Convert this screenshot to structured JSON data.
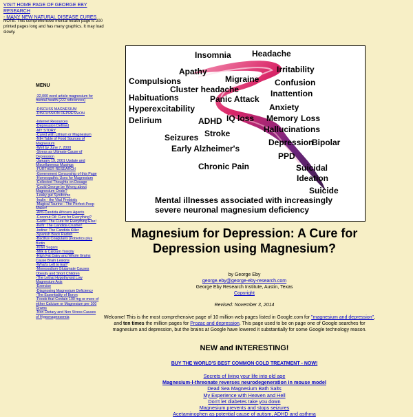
{
  "top_links": [
    "VISIT HOME PAGE OF GEORGE EBY RESEARCH",
    "- MANY NEW NATURAL DISEASE CURES"
  ],
  "note": "NOTE: This comprehensive mental health page is 200 printed pages long and has many graphics. It may load slowly.",
  "menu": {
    "title": "MENU",
    "items": [
      "-32,000 word article magnesium for mental health (222 references)",
      "-DISCUSS MAGNESIUM",
      "-DISCUSSION DEPRESSION",
      "-Internet Resources",
      "-Depression Defined",
      "-MY STORY",
      "-Cured with Lithium or Magnesium",
      "-NIH Table of Food Sources of Magnesium",
      "-Well by June 7, 2000",
      "-Stress as Ultimate Cause of Depression",
      "-January 19, 2001 Update and Miscellaneous Musings",
      "-FURTHER RESEARCH",
      "-Government Censorship of this Page",
      "-Homeopathic Uses for Magnesium",
      "-Collected Thoughts on Dosage",
      "-Could George be Wrong about Magnesium Oxide?",
      "-Leaky gut Syndrome",
      "-Inulin - the Vital Prebiotic",
      "-Magical Taurine - The Perfect-Poop Maker!",
      "-Anti-Candida Africans Agents",
      "-Coconut Oil: Cure for Everything?",
      "-Garlic: The Cure for Everything Else!",
      "-Kefir: The Candida Crusher!",
      "-Iodine: The Candida Killer",
      "-Spanish Black Radish",
      "-Bacillus Coagulans probiotics plus Biotin",
      "-Killer Sugars",
      "-Milk & Calcium Toxicity",
      "-High Fat Dairy and Whole Grains Cause Brain Lesions",
      "-What's Left to Eat?",
      "-Monosodium Glutamate Causes Obesity and Short Children",
      "-The Lethal Hypothyroid Low Magnesium Axis",
      "-Exercise",
      "-Diagnosing Magnesium Deficiency",
      "-The Essentiality of Boron",
      "-Foods that Contain 100 mg or more of either Calcium or Magnesium per 100 Grams",
      "-Non Dietary and Non Stress Causes of Hypomagnesemia"
    ]
  },
  "banner": {
    "words": [
      "Insomnia",
      "Headache",
      "Apathy",
      "Irritability",
      "Compulsions",
      "Migraine",
      "Confusion",
      "Cluster headache",
      "Inattention",
      "Habituations",
      "Panic Attack",
      "Hyperexcitability",
      "Anxiety",
      "Delirium",
      "ADHD",
      "IQ loss",
      "Memory",
      "Loss",
      "Hallucinations",
      "Seizures",
      "Stroke",
      "Depression",
      "Bipolar",
      "Early Alzheimer's",
      "PPD",
      "Chronic Pain",
      "Suicidal",
      "Ideation",
      "Suicide"
    ],
    "caption": "Mental illnesses associated with increasingly severe neuronal magnesium deficiency"
  },
  "title": "Magnesium for Depression: A Cure for Depression using Magnesium?",
  "byline": {
    "by": "by George Eby",
    "email": "george.eby@george-eby-research.com",
    "org": "George Eby Research Institute, Austin, Texas",
    "copyright": "Copyright"
  },
  "revised": "Revised: November 3, 2014",
  "welcome": {
    "p1": "Welcome! This is the most comprehensive page of 10 million web pages listed in Google.com for ",
    "l1": "\"magnesium and depression\"",
    "p2": ", and ",
    "b1": "ten times",
    "p3": " the million pages for ",
    "l2": "Prozac and depression",
    "p4": ". This page used to be on page one of Google searches for magnesium and depression, but the brains at Google have lowered it substantially for some Google technology reason."
  },
  "new_heading": "NEW and INTERESTING!",
  "buy_link": "BUY THE WORLD'S BEST COMMON COLD TREATMENT - NOW!",
  "new_links": [
    "Secrets of living your life into old age",
    "Magnesium-l-threonate reverses neurodegeneration in mouse model",
    "Dead Sea Magnesium Bath Salts",
    "My Experience with Heaven and Hell",
    "Don't let diabetes take you down",
    "Magnesium prevents and stops seizures",
    "Acetaminophen as potential cause of autism, ADHD and asthma"
  ],
  "colors": {
    "background": "#f7efc6",
    "link": "#0000cc",
    "tornado_dark": "#5a0f6e",
    "tornado_mid": "#c2185b",
    "tornado_light": "#f06292"
  }
}
